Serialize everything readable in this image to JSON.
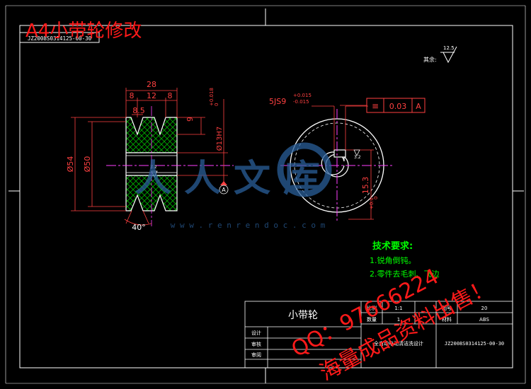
{
  "header": {
    "title_overlay": "A4小带轮修改",
    "drawing_code_top": "JZ2008S0314125-00-30"
  },
  "roughness_other": {
    "label": "其余:",
    "value": "12.5"
  },
  "section_view": {
    "dims": {
      "overall_width": "28",
      "seg_left": "8",
      "seg_mid": "12",
      "seg_right": "8",
      "groove_top": "8.5",
      "groove_depth": "9",
      "outer_dia": "Ø54",
      "pitch_dia": "Ø50",
      "bore_fit": "Ø13H7",
      "bore_tol_upper": "+0.018",
      "bore_tol_lower": "0",
      "groove_angle": "40°",
      "roughness_bore": "3.2"
    },
    "datum": "A"
  },
  "end_view": {
    "keyway_fit": "5JS9",
    "keyway_tol_upper": "+0.015",
    "keyway_tol_lower": "-0.015",
    "symmetry_symbol": "≡",
    "symmetry_value": "0.03",
    "symmetry_datum": "A",
    "key_depth": "15.3",
    "key_depth_tol": "+0.1",
    "key_depth_tol_lower": "0",
    "roughness_key": "3.2"
  },
  "technical_requirements": {
    "title": "技术要求:",
    "items": [
      "1.锐角倒钝。",
      "2.零件去毛刺、飞边"
    ]
  },
  "title_block": {
    "part_name": "小带轮",
    "scale_label": "比例",
    "scale_value": "1:1",
    "drawing_no_label": "图号",
    "drawing_no_value": "20",
    "quantity_label": "数量",
    "quantity_value": "1",
    "material_label": "材料",
    "material_value": "ABS",
    "design_label": "设计",
    "check_label": "审核",
    "approve_label": "审阅",
    "project": "全自动电动清洁洗设计",
    "drawing_code": "JZ2008S0314125-00-30"
  },
  "watermark": {
    "site_cn": "人人文库",
    "url": "w w w . r e n r e n d o c . c o m",
    "ad_line1": "QQ：97666224",
    "ad_line2": "海量成品资料出售！"
  },
  "colors": {
    "background": "#000000",
    "border": "#ffffff",
    "dimension": "#ff4040",
    "outline": "#ffffff",
    "hatch": "#00b000",
    "centerline": "#ff40ff",
    "requirement": "#00ff00",
    "overlay_red": "#ff1a1a",
    "watermark_blue": "#2a5f9a"
  }
}
